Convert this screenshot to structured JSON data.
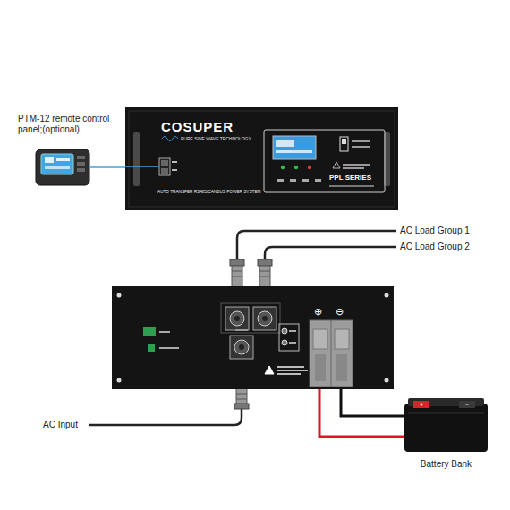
{
  "diagram": {
    "nodes": [
      {
        "text": [
          "PTM-12 remote control panel;(optional)"
        ]
      },
      {
        "text": [
          "COSUPER",
          "PURE SINE WAVE TECHNOLOGY",
          "AUTO TRANSFER RS485/CANBUS POWER SYSTEM",
          "PPL SERIES"
        ]
      },
      {
        "text": [
          "⊕",
          "⊖"
        ]
      },
      {
        "text": [
          "Battery Bank"
        ]
      }
    ],
    "edges": [
      {
        "from": 0,
        "to": 1,
        "arrow": "none"
      },
      {
        "from": 2,
        "to": 3,
        "arrow": "none"
      },
      {
        "from": 2,
        "to": 3,
        "arrow": "none"
      }
    ],
    "labels": [
      "AC Load Group 1",
      "AC Load Group 2",
      "AC Input"
    ]
  }
}
